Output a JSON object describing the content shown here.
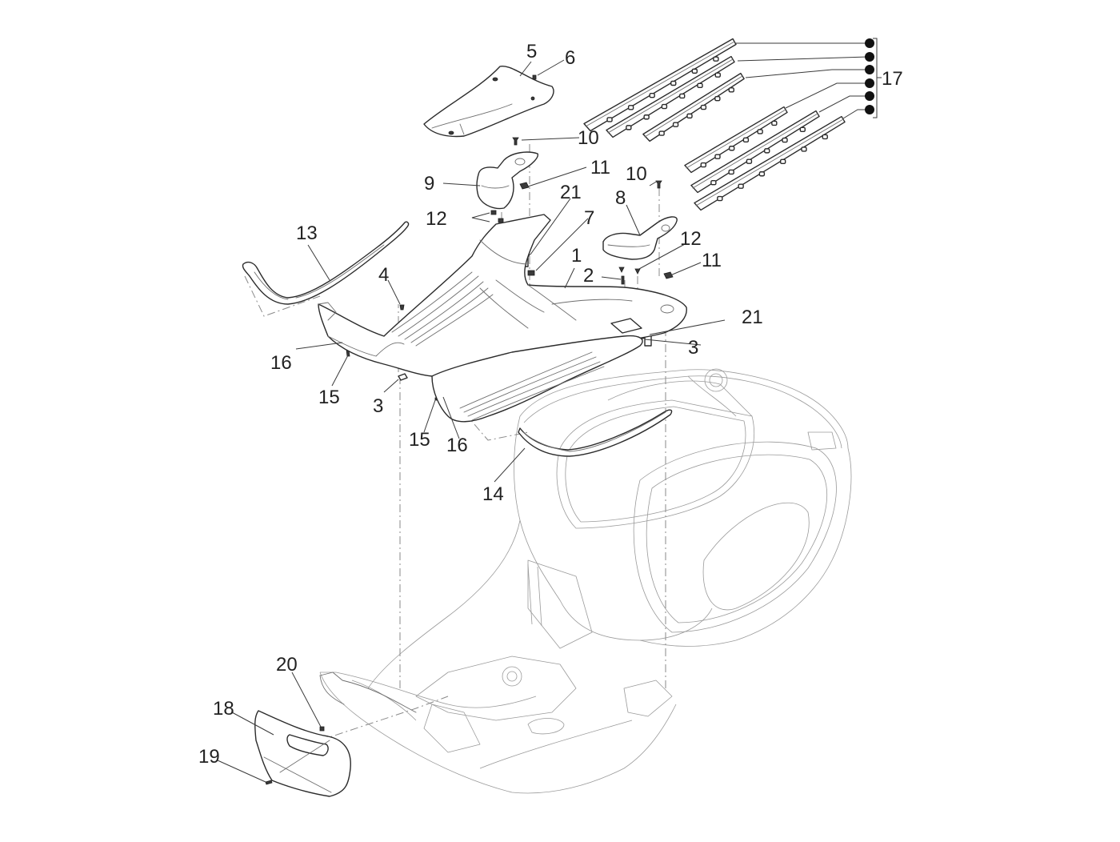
{
  "diagram": {
    "title": "Floor panel / footboard exploded parts view",
    "colors": {
      "line": "#2b2b2b",
      "background": "#ffffff",
      "callout_text": "#222222"
    },
    "parts": [
      {
        "id": "1",
        "name": "footboard floor panel"
      },
      {
        "id": "2",
        "name": "screw"
      },
      {
        "id": "3",
        "name": "clip"
      },
      {
        "id": "4",
        "name": "screw"
      },
      {
        "id": "5",
        "name": "front cover"
      },
      {
        "id": "6",
        "name": "screw"
      },
      {
        "id": "7",
        "name": "nut"
      },
      {
        "id": "8",
        "name": "right footrest"
      },
      {
        "id": "9",
        "name": "left footrest"
      },
      {
        "id": "10",
        "name": "screw"
      },
      {
        "id": "11",
        "name": "clip nut"
      },
      {
        "id": "12",
        "name": "screw"
      },
      {
        "id": "13",
        "name": "left side trim"
      },
      {
        "id": "14",
        "name": "right side trim"
      },
      {
        "id": "15",
        "name": "screw"
      },
      {
        "id": "16",
        "name": "washer"
      },
      {
        "id": "17",
        "name": "footboard rubber strips (x6)"
      },
      {
        "id": "18",
        "name": "rear cover"
      },
      {
        "id": "19",
        "name": "screw"
      },
      {
        "id": "20",
        "name": "nut"
      },
      {
        "id": "21",
        "name": "rivet"
      }
    ],
    "callouts": {
      "c5": "5",
      "c6": "6",
      "c10a": "10",
      "c11a": "11",
      "c9": "9",
      "c21a": "21",
      "c12a": "12",
      "c7": "7",
      "c13": "13",
      "c10b": "10",
      "c8": "8",
      "c12b": "12",
      "c1": "1",
      "c2": "2",
      "c11b": "11",
      "c4": "4",
      "c21b": "21",
      "c16a": "16",
      "c3a": "3",
      "c15a": "15",
      "c3b": "3",
      "c15b": "15",
      "c16b": "16",
      "c14": "14",
      "c17": "17",
      "c20": "20",
      "c18": "18",
      "c19": "19"
    }
  }
}
